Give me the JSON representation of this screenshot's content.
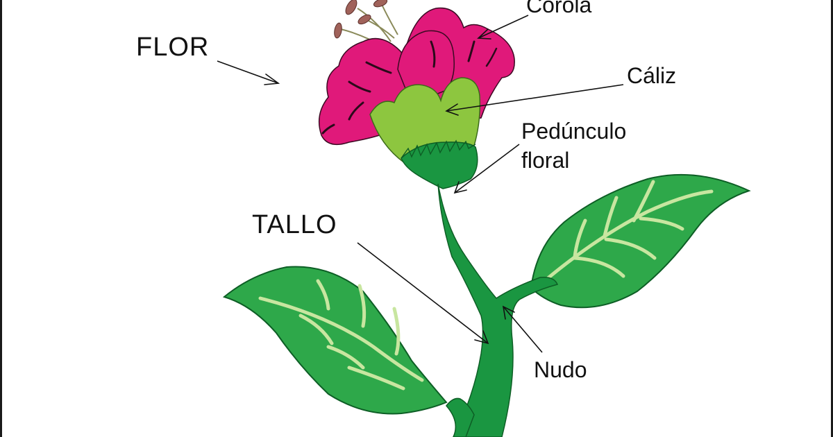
{
  "labels": {
    "flor": "FLOR",
    "corola": "Corola",
    "caliz": "Cáliz",
    "pedunculo_line1": "Pedúnculo",
    "pedunculo_line2": "floral",
    "tallo": "TALLO",
    "nudo": "Nudo"
  },
  "colors": {
    "petal": "#e0197a",
    "petal_shadow": "#b8115f",
    "calyx": "#8dc63f",
    "stem": "#1a9641",
    "leaf": "#2ea84a",
    "leaf_outline": "#0d5e25",
    "vein": "#c8e6a0",
    "stamen": "#a0625a"
  }
}
